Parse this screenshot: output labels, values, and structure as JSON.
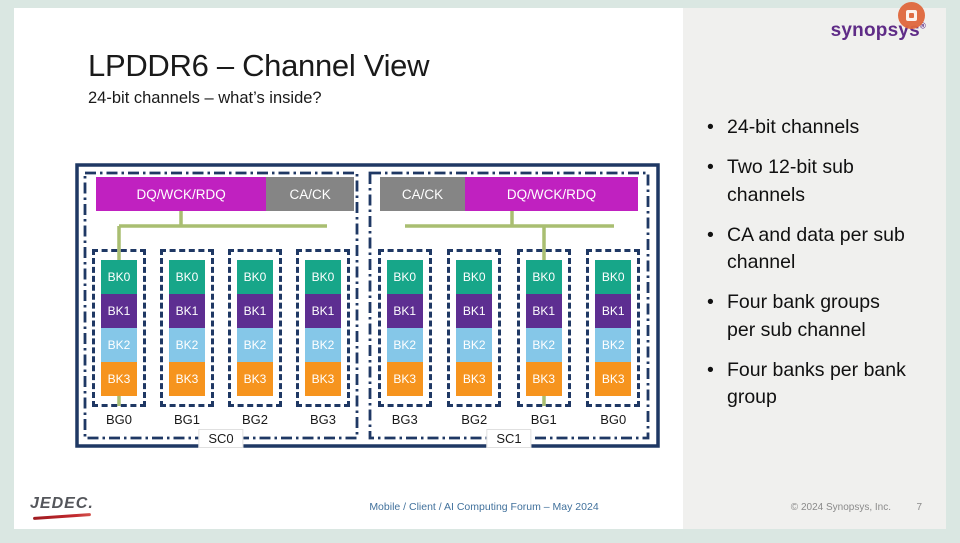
{
  "slide": {
    "title": "LPDDR6 – Channel View",
    "subtitle": "24-bit channels – what’s inside?"
  },
  "diagram": {
    "sub_channels": [
      {
        "label": "SC0",
        "headers": [
          {
            "label": "DQ/WCK/RDQ",
            "kind": "data",
            "width_pct": 66
          },
          {
            "label": "CA/CK",
            "kind": "ca",
            "width_pct": 34
          }
        ],
        "bank_groups": [
          {
            "label": "BG0",
            "banks": [
              "BK0",
              "BK1",
              "BK2",
              "BK3"
            ]
          },
          {
            "label": "BG1",
            "banks": [
              "BK0",
              "BK1",
              "BK2",
              "BK3"
            ]
          },
          {
            "label": "BG2",
            "banks": [
              "BK0",
              "BK1",
              "BK2",
              "BK3"
            ]
          },
          {
            "label": "BG3",
            "banks": [
              "BK0",
              "BK1",
              "BK2",
              "BK3"
            ]
          }
        ]
      },
      {
        "label": "SC1",
        "headers": [
          {
            "label": "CA/CK",
            "kind": "ca",
            "width_pct": 33
          },
          {
            "label": "DQ/WCK/RDQ",
            "kind": "data",
            "width_pct": 67
          }
        ],
        "bank_groups": [
          {
            "label": "BG3",
            "banks": [
              "BK0",
              "BK1",
              "BK2",
              "BK3"
            ]
          },
          {
            "label": "BG2",
            "banks": [
              "BK0",
              "BK1",
              "BK2",
              "BK3"
            ]
          },
          {
            "label": "BG1",
            "banks": [
              "BK0",
              "BK1",
              "BK2",
              "BK3"
            ]
          },
          {
            "label": "BG0",
            "banks": [
              "BK0",
              "BK1",
              "BK2",
              "BK3"
            ]
          }
        ]
      }
    ]
  },
  "sidebar": {
    "bullets": [
      "24-bit channels",
      "Two 12-bit sub channels",
      "CA and data per sub channel",
      "Four bank groups per sub channel",
      "Four banks per bank group"
    ]
  },
  "logos": {
    "synopsys": "synopsys",
    "synopsys_reg": "®",
    "jedec": "JEDEC."
  },
  "footer": {
    "event": "Mobile / Client / AI Computing Forum – May 2024",
    "copyright": "© 2024 Synopsys, Inc.",
    "page": "7"
  },
  "colors": {
    "frame_background": "#DAE7E2",
    "panel_gray": "#F0F0EE",
    "navy_border": "#1F3864",
    "magenta_data": "#C021C0",
    "gray_ca": "#858585",
    "bank_bk0": "#17A689",
    "bank_bk1": "#5D2E91",
    "bank_bk2": "#85C7E8",
    "bank_bk3": "#F6941E",
    "connector_olive": "#A9BE71",
    "synopsys_purple": "#5F2C87",
    "jedec_red": "#C1272D",
    "footer_blue": "#41719C"
  }
}
